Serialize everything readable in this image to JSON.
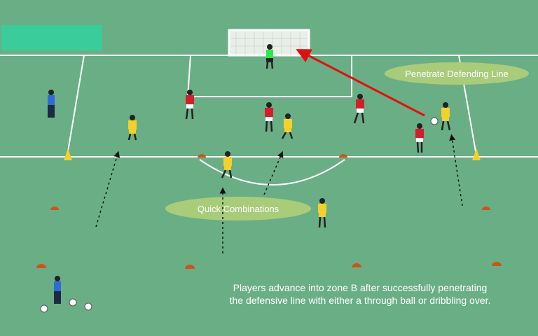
{
  "labels": {
    "penetrate": "Penetrate Defending Line",
    "quick": "Quick Combinations"
  },
  "caption": {
    "line1": "Players advance into zone B after successfully penetrating",
    "line2": "the defensive line with either a through ball or dribbling over."
  },
  "colors": {
    "field": "#6aae86",
    "lines": "#ffffff",
    "attacker_shirt": "#f2d22a",
    "defender_shirt": "#d21f2a",
    "goalkeeper_shirt": "#2ee84a",
    "coach_shirt": "#2f6bd6",
    "cone": "#c8561a",
    "marker_cone": "#f2d22a",
    "pass_arrow": "#e01010",
    "label_oval": "#a8cc7a",
    "top_box": "#3bcc9b"
  },
  "icons": [
    "goal-icon",
    "player-icon",
    "cone-icon",
    "ball-icon",
    "arrow-icon"
  ]
}
